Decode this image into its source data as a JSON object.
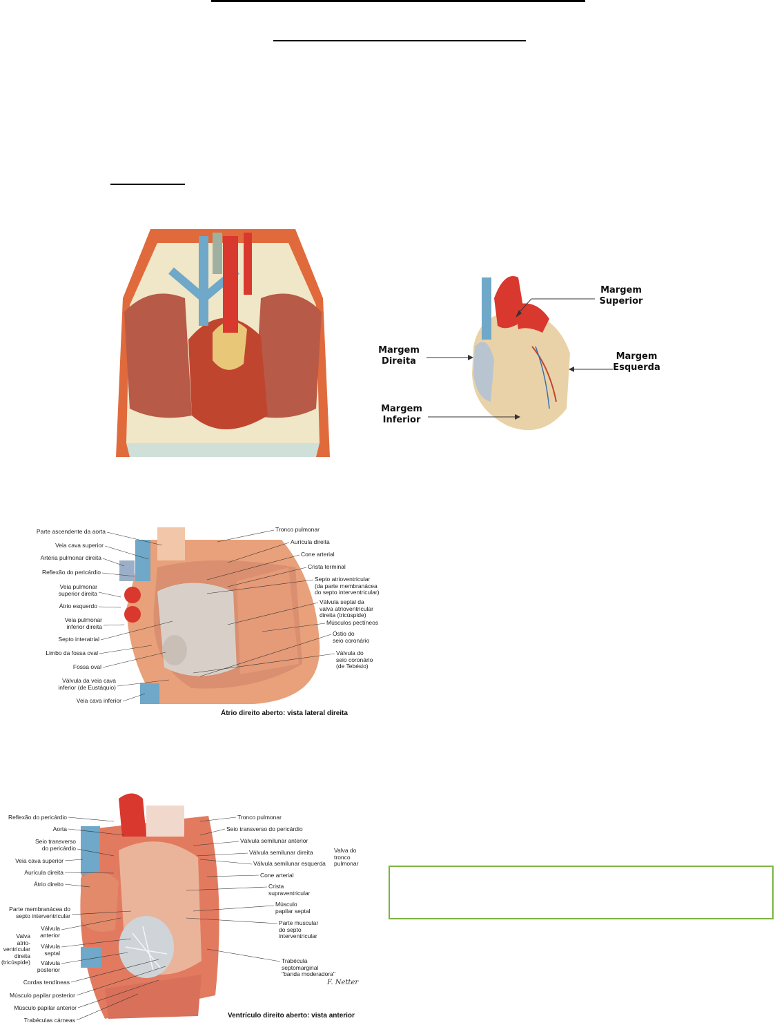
{
  "heart_margins": {
    "superior": "Margem\nSuperior",
    "direita": "Margem\nDireita",
    "esquerda": "Margem\nEsquerda",
    "inferior": "Margem\nInferior"
  },
  "atrium": {
    "caption": "Átrio direito aberto: vista lateral direita",
    "left_labels": [
      "Parte ascendente da aorta",
      "Veia cava superior",
      "Artéria pulmonar direita",
      "Reflexão do pericárdio",
      "Veia pulmonar\nsuperior direita",
      "Átrio esquerdo",
      "Veia pulmonar\ninferior direita",
      "Septo interatrial",
      "Limbo da fossa oval",
      "Fossa oval",
      "Válvula da veia cava\ninferior (de Eustáquio)",
      "Veia cava inferior"
    ],
    "right_labels": [
      "Tronco pulmonar",
      "Aurícula direita",
      "Cone arterial",
      "Crista terminal",
      "Septo atrioventricular\n(da parte membranácea\ndo septo interventricular)",
      "Válvula septal da\nvalva atrioventricular\ndireita (tricúspide)",
      "Músculos pectíneos",
      "Óstio do\nseio coronário",
      "Válvula do\nseio coronário\n(de Tebésio)"
    ]
  },
  "ventricle": {
    "caption": "Ventrículo direito aberto: vista anterior",
    "signature": "F. Netter",
    "left_labels": [
      "Reflexão do pericárdio",
      "Aorta",
      "Seio transverso\ndo pericárdio",
      "Veia cava superior",
      "Aurícula direita",
      "Átrio direito",
      "Parte membranácea do\nsepto interventricular",
      "Válvula\nanterior",
      "Válvula\nseptal",
      "Válvula\nposterior",
      "Valva\natrio-\nventricular\ndireita\n(tricúspide)",
      "Cordas tendíneas",
      "Músculo papilar posterior",
      "Músculo papilar anterior",
      "Trabéculas cárneas"
    ],
    "right_labels": [
      "Tronco pulmonar",
      "Seio transverso do pericárdio",
      "Válvula semilunar anterior",
      "Válvula semilunar direita",
      "Válvula semilunar esquerda",
      "Valva do\ntronco\npulmonar",
      "Cone arterial",
      "Crista\nsupraventricular",
      "Músculo\npapilar septal",
      "Parte muscular\ndo septo\ninterventricular",
      "Trabécula\nseptomarginal\n\"banda moderadora\""
    ]
  },
  "colors": {
    "vein_blue": "#6fa8c8",
    "artery_red": "#d9382e",
    "muscle": "#c8604a",
    "fat_yellow": "#e9c77a",
    "green_border": "#7cb342"
  }
}
